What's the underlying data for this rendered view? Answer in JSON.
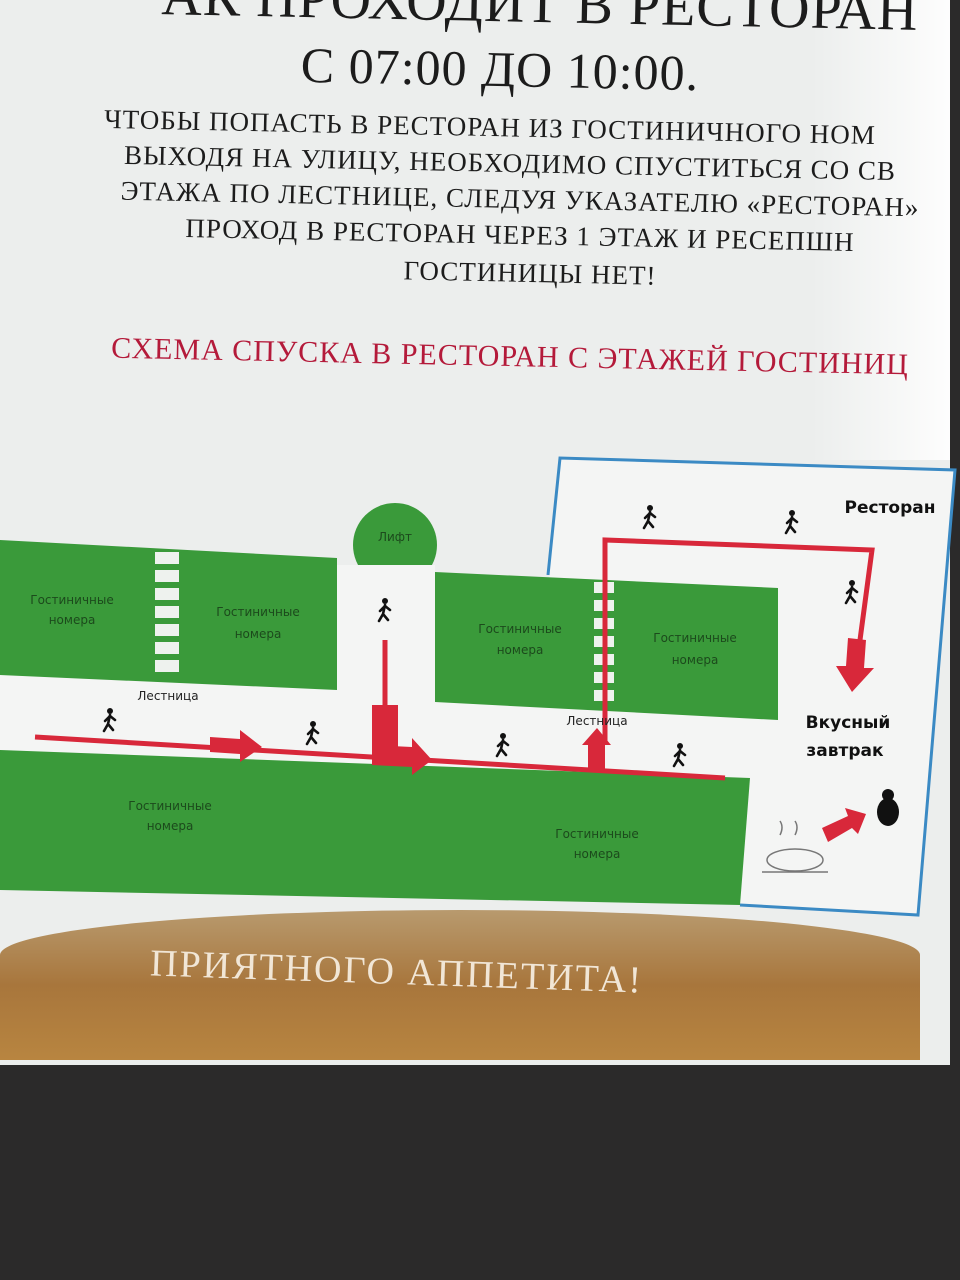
{
  "header": {
    "title_partial": "АК ПРОХОДИТ В РЕСТОРАН",
    "hours": "С 07:00 ДО 10:00."
  },
  "instructions": [
    "ЧТОБЫ ПОПАСТЬ В РЕСТОРАН ИЗ  ГОСТИНИЧНОГО НОМ",
    "ВЫХОДЯ НА УЛИЦУ, НЕОБХОДИМО СПУСТИТЬСЯ СО СВ",
    "ЭТАЖА ПО ЛЕСТНИЦЕ, СЛЕДУЯ УКАЗАТЕЛЮ «РЕСТОРАН»",
    "ПРОХОД В РЕСТОРАН ЧЕРЕЗ 1 ЭТАЖ И РЕСЕПШН",
    "ГОСТИНИЦЫ НЕТ!"
  ],
  "scheme_title": "СХЕМА СПУСКА В РЕСТОРАН С ЭТАЖЕЙ ГОСТИНИЦ",
  "plan": {
    "lift": "Лифт",
    "stairs": "Лестница",
    "rooms_line1": "Гостиничные",
    "rooms_line2": "номера",
    "restaurant": "Ресторан",
    "breakfast_line1": "Вкусный",
    "breakfast_line2": "завтрак",
    "colors": {
      "rooms": "#3a9a3a",
      "route": "#d8283a",
      "restaurant_border": "#3b8ac4"
    }
  },
  "footer": "ПРИЯТНОГО АППЕТИТА!"
}
